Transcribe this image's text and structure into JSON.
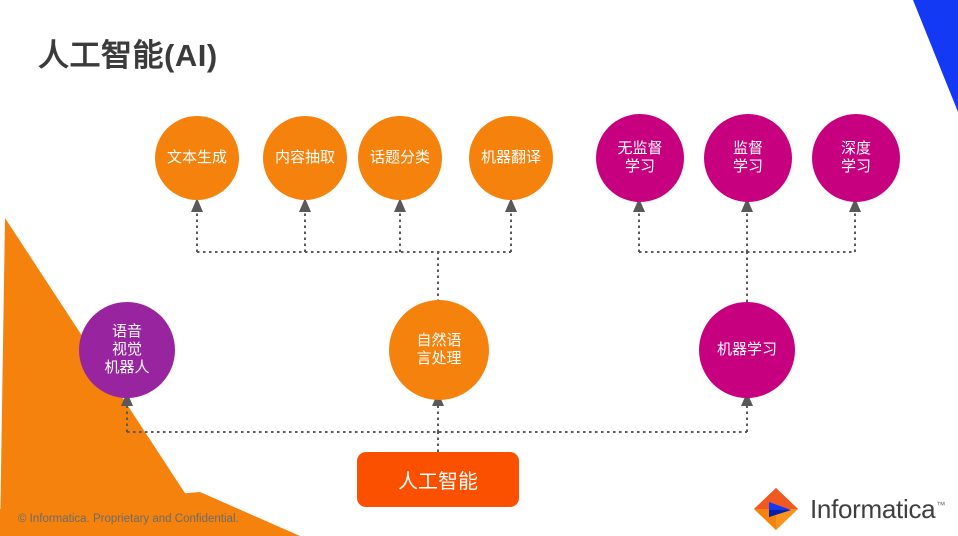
{
  "slide": {
    "title": "人工智能(AI)",
    "background_color": "#FFFFFF",
    "footer": "© Informatica. Proprietary and Confidential."
  },
  "palette": {
    "orange": "#F5820D",
    "root_orange": "#FB5000",
    "magenta": "#C6007E",
    "purple": "#99249F",
    "blue": "#1439F5",
    "deco_orange_light": "#F5820D",
    "deco_orange_dark": "#E8641A",
    "connector": "#595959",
    "title_text": "#3B3B3B",
    "footer_text": "#6B6B6B"
  },
  "diagram": {
    "root": {
      "label": "人工智能",
      "shape": "rounded-rect",
      "color": "#FB5000"
    },
    "branches": [
      {
        "id": "speech-vision-robot",
        "label": "语音\n视觉\n机器人",
        "color": "#99249F",
        "children": []
      },
      {
        "id": "nlp",
        "label": "自然语\n言处理",
        "color": "#F5820D",
        "children": [
          {
            "id": "text-generation",
            "label": "文本生成",
            "color": "#F5820D"
          },
          {
            "id": "content-extraction",
            "label": "内容抽取",
            "color": "#F5820D"
          },
          {
            "id": "topic-classification",
            "label": "话题分类",
            "color": "#F5820D"
          },
          {
            "id": "machine-translation",
            "label": "机器翻译",
            "color": "#F5820D"
          }
        ]
      },
      {
        "id": "machine-learning",
        "label": "机器学习",
        "color": "#C6007E",
        "children": [
          {
            "id": "unsupervised-learning",
            "label": "无监督\n学习",
            "color": "#C6007E"
          },
          {
            "id": "supervised-learning",
            "label": "监督\n学习",
            "color": "#C6007E"
          },
          {
            "id": "deep-learning",
            "label": "深度\n学习",
            "color": "#C6007E"
          }
        ]
      }
    ]
  },
  "logo": {
    "wordmark": "Informatica",
    "trademark": "™"
  }
}
